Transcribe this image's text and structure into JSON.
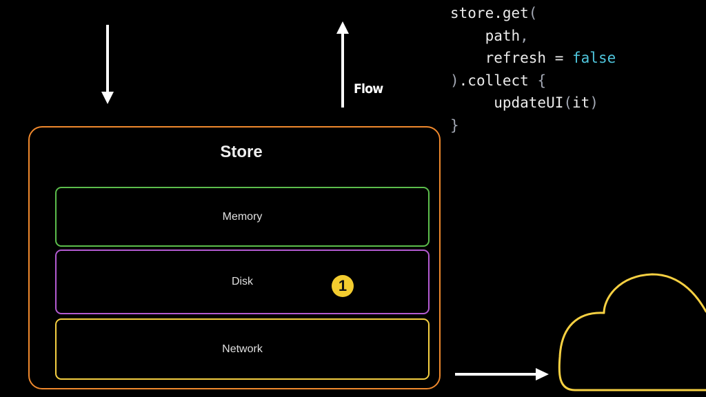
{
  "flow_label": "Flow",
  "code": {
    "l1_text": "store.get",
    "l1_paren": "(",
    "l2_text": "    path",
    "l2_comma": ",",
    "l3_text": "    refresh = ",
    "l3_value": "false",
    "l4_paren": ")",
    "l4_text": ".collect ",
    "l4_brace": "{",
    "l5_text": "     updateUI",
    "l5_paren_open": "(",
    "l5_arg": "it",
    "l5_paren_close": ")",
    "l6_brace": "}"
  },
  "store": {
    "title": "Store",
    "layers": [
      "Memory",
      "Disk",
      "Network"
    ],
    "badge": "1"
  },
  "colors": {
    "store_border": "#f0892d",
    "memory_border": "#5cbe4c",
    "disk_border": "#b45bd2",
    "network_border": "#f6d042",
    "badge": "#f3cc2f",
    "cloud": "#f6d042",
    "keyword": "#4fc6dd"
  }
}
